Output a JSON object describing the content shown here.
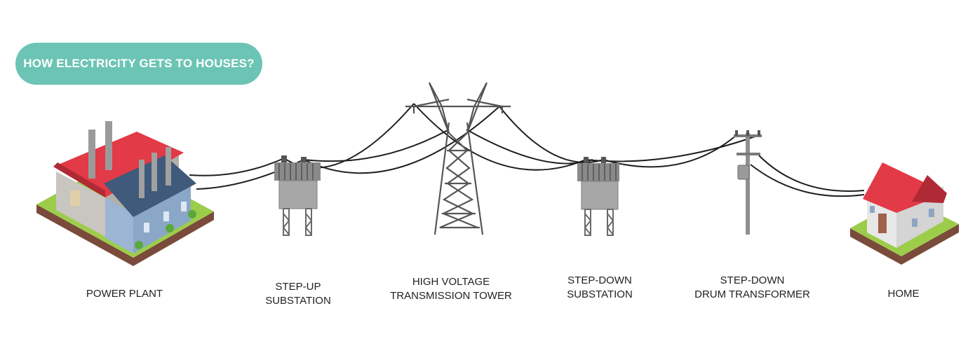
{
  "title": "HOW ELECTRICITY GETS TO HOUSES?",
  "stages": [
    {
      "id": "power-plant",
      "lines": [
        "POWER PLANT"
      ]
    },
    {
      "id": "step-up-substation",
      "lines": [
        "STEP-UP",
        "SUBSTATION"
      ]
    },
    {
      "id": "transmission-tower",
      "lines": [
        "HIGH VOLTAGE",
        "TRANSMISSION TOWER"
      ]
    },
    {
      "id": "step-down-substation",
      "lines": [
        "STEP-DOWN",
        "SUBSTATION"
      ]
    },
    {
      "id": "drum-transformer",
      "lines": [
        "STEP-DOWN",
        "DRUM TRANSFORMER"
      ]
    },
    {
      "id": "home",
      "lines": [
        "HOME"
      ]
    }
  ],
  "colors": {
    "title_bg": "#6cc4b4",
    "roof_red": "#e23a46",
    "roof_blue": "#3f5a7a",
    "wall_blue": "#8aa7c8",
    "grass": "#9ccd4a",
    "soil": "#7a4a3a",
    "metal": "#8a8a8a",
    "wire": "#1f1f1f"
  }
}
